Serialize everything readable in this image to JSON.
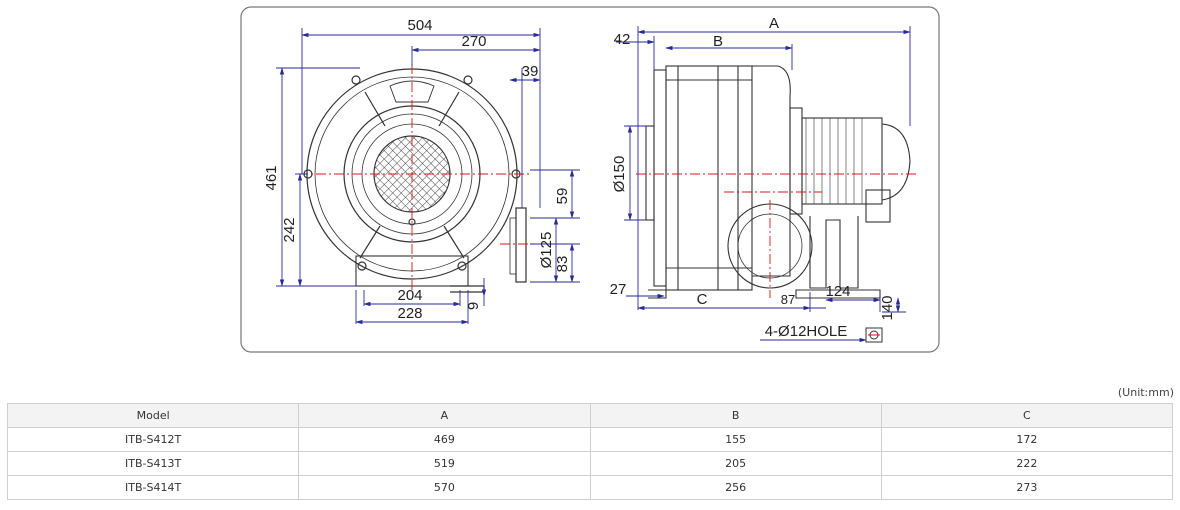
{
  "drawing": {
    "front_view": {
      "dims": {
        "overall_width": "504",
        "half_width": "270",
        "outlet_offset": "39",
        "overall_height": "461",
        "center_height": "242",
        "outlet_upper": "59",
        "outlet_diameter": "Ø125",
        "outlet_lower": "83",
        "base_inner": "204",
        "base_outer": "228",
        "base_thickness": "9"
      }
    },
    "side_view": {
      "dims": {
        "flange_offset": "42",
        "length_a": "A",
        "length_b": "B",
        "inlet_diameter": "Ø150",
        "foot_offset": "27",
        "length_c": "C",
        "motor_offset": "87",
        "foot_span": "124",
        "foot_height": "140",
        "holes": "4-Ø12HOLE"
      }
    }
  },
  "table": {
    "unit": "(Unit:mm)",
    "headers": [
      "Model",
      "A",
      "B",
      "C"
    ],
    "rows": [
      [
        "ITB-S412T",
        "469",
        "155",
        "172"
      ],
      [
        "ITB-S413T",
        "519",
        "205",
        "222"
      ],
      [
        "ITB-S414T",
        "570",
        "256",
        "273"
      ]
    ]
  },
  "colors": {
    "dimension_line": "#2a2a9a",
    "center_line": "#d01818",
    "outline": "#333333",
    "frame": "#777777"
  }
}
